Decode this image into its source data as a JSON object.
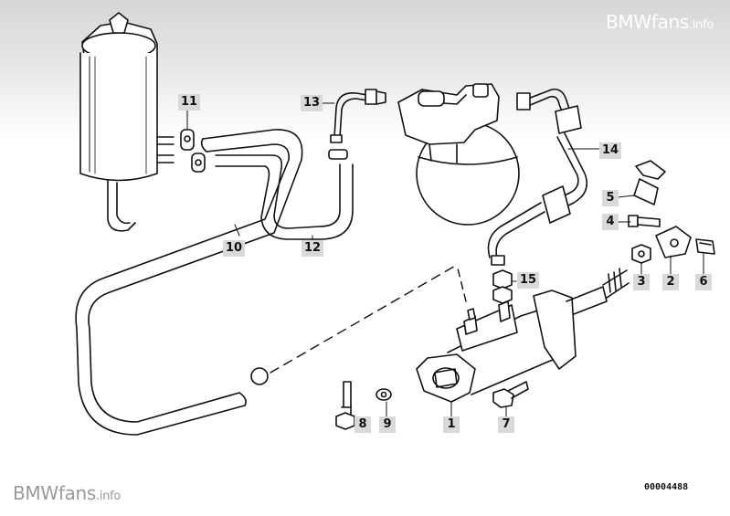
{
  "watermark": {
    "brand": "BMWfans",
    "suffix": ".info"
  },
  "document_number": "00004488",
  "callouts": {
    "c1": "1",
    "c2": "2",
    "c3": "3",
    "c4": "4",
    "c5": "5",
    "c6": "6",
    "c7": "7",
    "c8": "8",
    "c9": "9",
    "c10": "10",
    "c11": "11",
    "c12": "12",
    "c13": "13",
    "c14": "14",
    "c15": "15"
  },
  "colors": {
    "line": "#111111",
    "label_bg": "#d9d9d9",
    "watermark_top": "#ffffff",
    "watermark_bottom": "#9a9a9a"
  }
}
